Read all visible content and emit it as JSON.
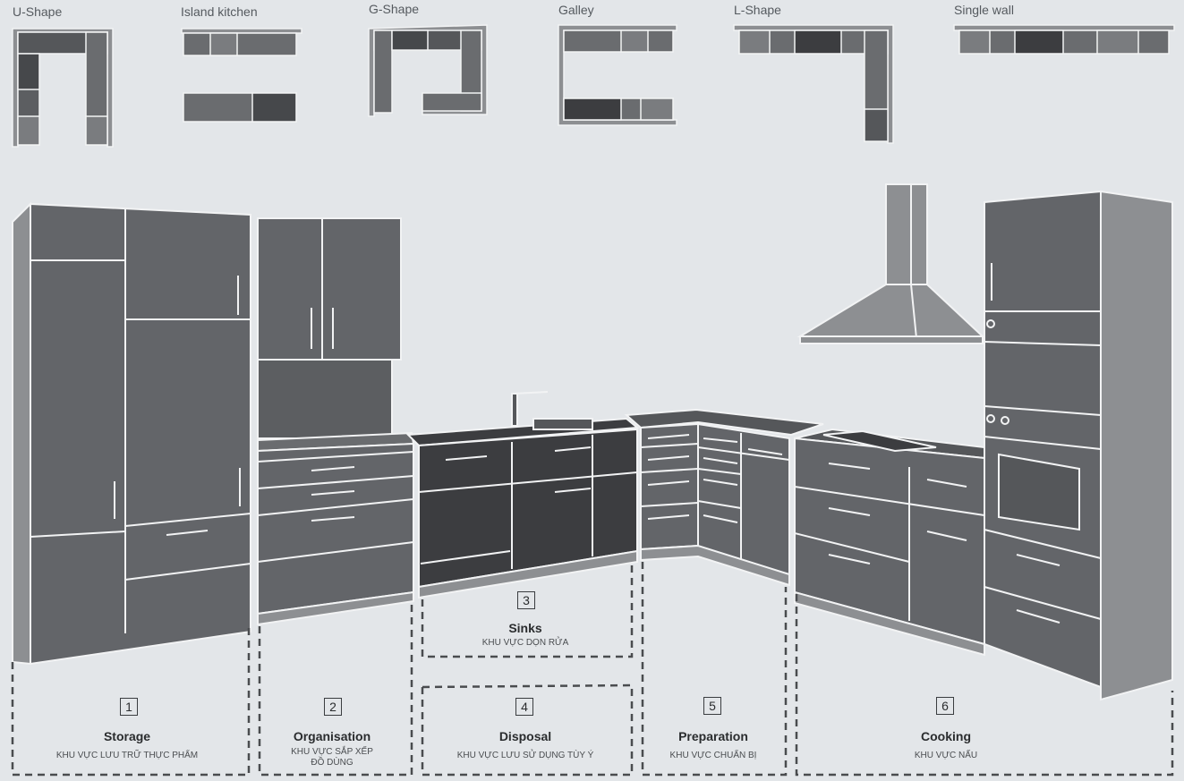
{
  "layouts": [
    {
      "id": "u-shape",
      "label": "U-Shape"
    },
    {
      "id": "island",
      "label": "Island kitchen"
    },
    {
      "id": "g-shape",
      "label": "G-Shape"
    },
    {
      "id": "galley",
      "label": "Galley"
    },
    {
      "id": "l-shape",
      "label": "L-Shape"
    },
    {
      "id": "single-wall",
      "label": "Single wall"
    }
  ],
  "zones": [
    {
      "number": "1",
      "title": "Storage",
      "subtitle": "KHU VỰC LƯU TRỮ THỰC PHẨM"
    },
    {
      "number": "2",
      "title": "Organisation",
      "subtitle": "KHU VỰC SẮP XẾP\nĐỒ DÙNG"
    },
    {
      "number": "3",
      "title": "Sinks",
      "subtitle": "KHU VỰC DỌN RỬA"
    },
    {
      "number": "4",
      "title": "Disposal",
      "subtitle": "KHU VỰC LƯU SỬ DỤNG TÙY Ý"
    },
    {
      "number": "5",
      "title": "Preparation",
      "subtitle": "KHU VỰC CHUẨN BỊ"
    },
    {
      "number": "6",
      "title": "Cooking",
      "subtitle": "KHU VỰC NẤU"
    }
  ],
  "colors": {
    "background": "#e3e6e9",
    "cabinet": "#636569",
    "cabinet_dark": "#3c3d40",
    "cabinet_side": "#8d8f92",
    "outline": "#f2f3f4",
    "dashed": "#4a4c4f"
  }
}
